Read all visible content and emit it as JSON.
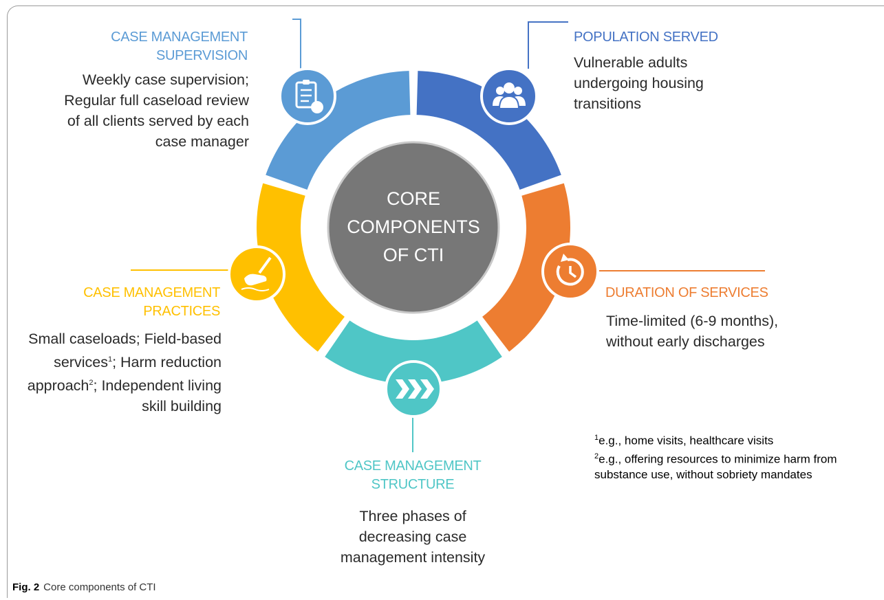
{
  "center": {
    "lines": [
      "CORE",
      "COMPONENTS",
      "OF CTI"
    ]
  },
  "colors": {
    "supervision": "#5B9BD5",
    "population": "#4472C4",
    "duration": "#ED7D31",
    "structure": "#4FC6C6",
    "practices": "#FFC000",
    "center_fill": "#7a7a7a"
  },
  "components": [
    {
      "id": "supervision",
      "icon": "clipboard-icon",
      "title": [
        "CASE MANAGEMENT",
        "SUPERVISION"
      ],
      "body": [
        "Weekly case supervision;",
        "Regular full caseload review",
        "of all clients served by each",
        "case manager"
      ]
    },
    {
      "id": "population",
      "icon": "people-icon",
      "title": [
        "POPULATION SERVED"
      ],
      "body": [
        "Vulnerable adults",
        "undergoing housing",
        "transitions"
      ]
    },
    {
      "id": "duration",
      "icon": "clock-icon",
      "title": [
        "DURATION OF SERVICES"
      ],
      "body": [
        "Time-limited (6-9 months),",
        "without early discharges"
      ]
    },
    {
      "id": "structure",
      "icon": "chevrons-icon",
      "title": [
        "CASE MANAGEMENT",
        "STRUCTURE"
      ],
      "body": [
        "Three phases of",
        "decreasing case",
        "management intensity"
      ]
    },
    {
      "id": "practices",
      "icon": "hand-writing-icon",
      "title": [
        "CASE MANAGEMENT",
        "PRACTICES"
      ],
      "body": [
        "Small caseloads; Field-based",
        "services",
        "1",
        "; Harm reduction",
        "approach",
        "2",
        "; Independent living",
        "skill building"
      ]
    }
  ],
  "footnotes": [
    {
      "mark": "1",
      "text": "e.g., home visits, healthcare visits"
    },
    {
      "mark": "2",
      "text": "e.g., offering resources to minimize harm from"
    },
    {
      "mark": "",
      "text": "substance use, without sobriety mandates"
    }
  ],
  "caption": {
    "label": "Fig. 2",
    "text": "Core components of CTI"
  }
}
